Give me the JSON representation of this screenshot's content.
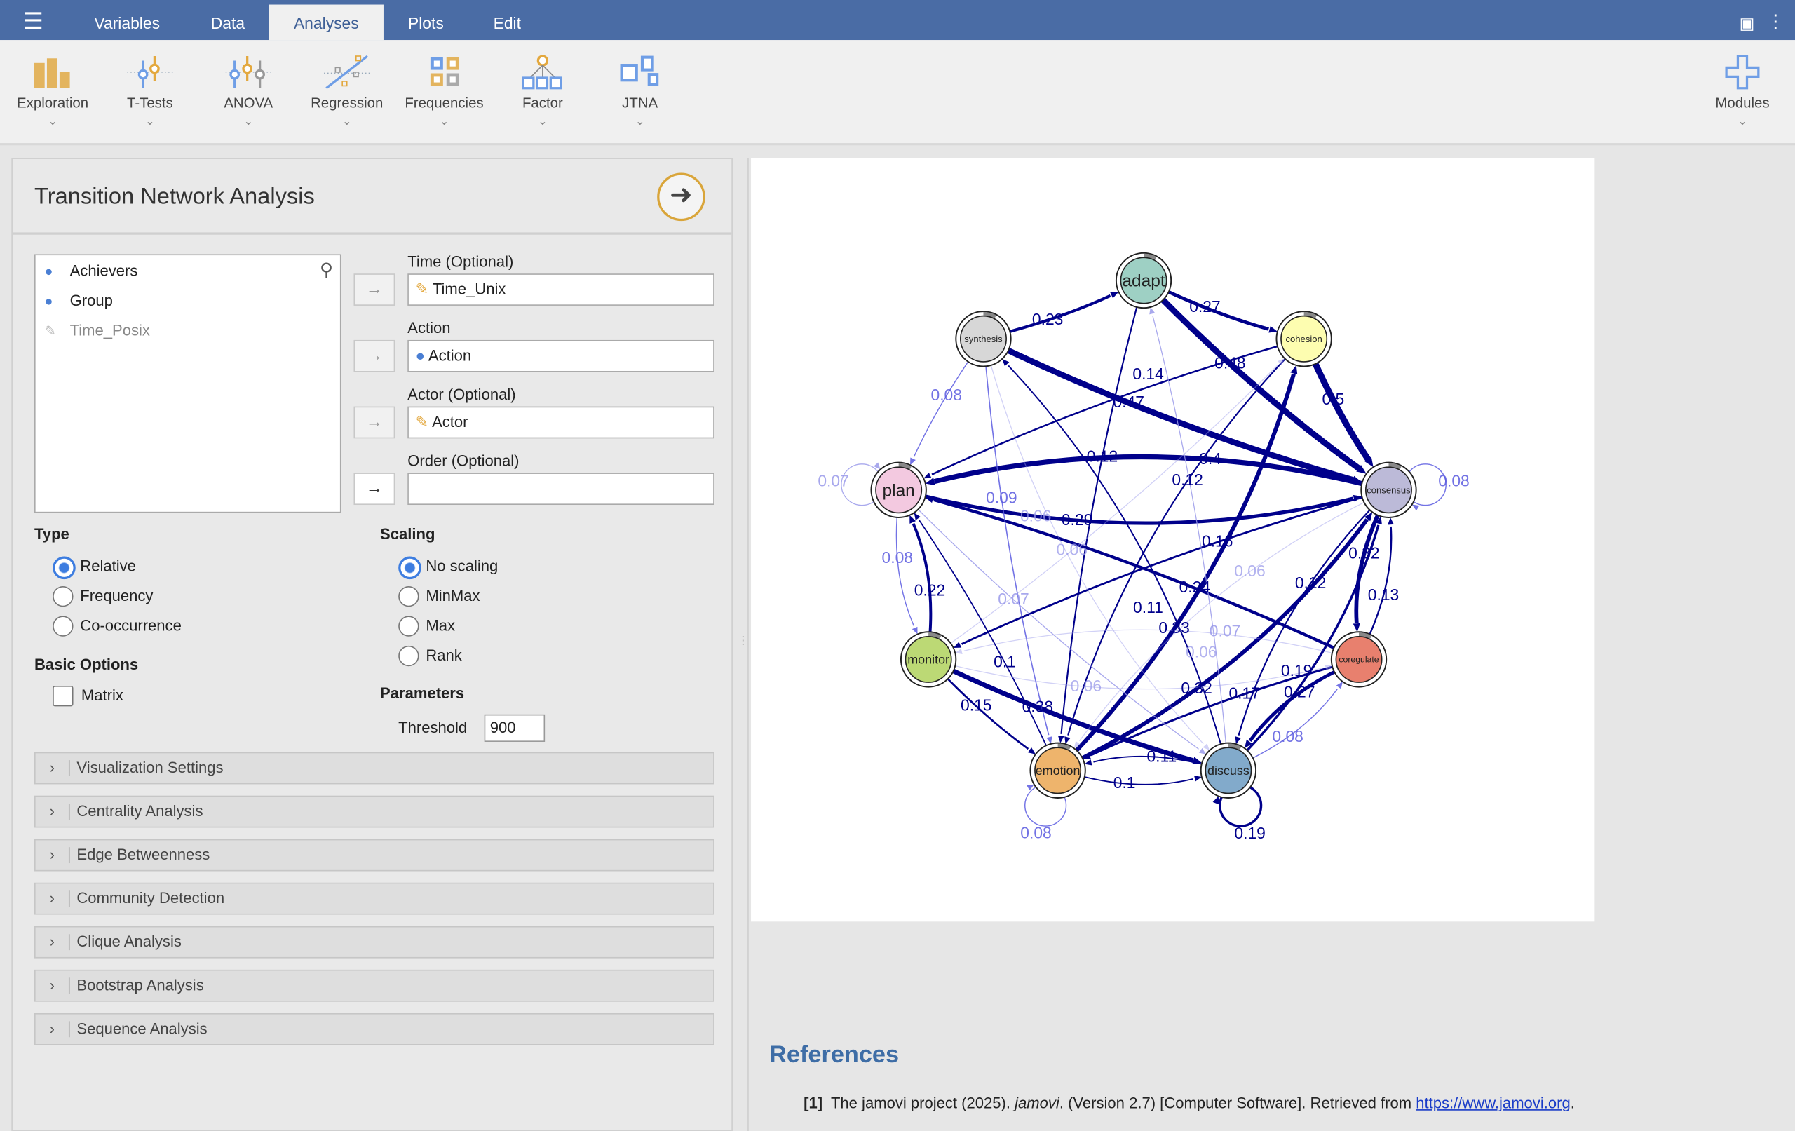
{
  "topbar": {
    "menu_icon": "hamburger-icon",
    "tabs": [
      "Variables",
      "Data",
      "Analyses",
      "Plots",
      "Edit"
    ],
    "active_tab": "Analyses"
  },
  "ribbon": {
    "items": [
      "Exploration",
      "T-Tests",
      "ANOVA",
      "Regression",
      "Frequencies",
      "Factor",
      "JTNA"
    ],
    "modules": "Modules"
  },
  "panel": {
    "title": "Transition Network Analysis",
    "variables": [
      {
        "name": "Achievers",
        "type": "nominal"
      },
      {
        "name": "Group",
        "type": "nominal"
      },
      {
        "name": "Time_Posix",
        "type": "disabled"
      }
    ],
    "targets": [
      {
        "label": "Time (Optional)",
        "value": "Time_Unix",
        "icon": "continuous-ruler-icon"
      },
      {
        "label": "Action",
        "value": "Action",
        "icon": "nominal-icon"
      },
      {
        "label": "Actor (Optional)",
        "value": "Actor",
        "icon": "continuous-ruler-icon"
      },
      {
        "label": "Order (Optional)",
        "value": "",
        "icon": ""
      }
    ],
    "type": {
      "label": "Type",
      "options": [
        "Relative",
        "Frequency",
        "Co-occurrence"
      ],
      "selected": "Relative"
    },
    "scaling": {
      "label": "Scaling",
      "options": [
        "No scaling",
        "MinMax",
        "Max",
        "Rank"
      ],
      "selected": "No scaling"
    },
    "basic": {
      "label": "Basic Options",
      "matrix_label": "Matrix",
      "matrix_checked": false
    },
    "parameters": {
      "label": "Parameters",
      "threshold_label": "Threshold",
      "threshold_value": "900"
    },
    "sections": [
      "Visualization Settings",
      "Centrality Analysis",
      "Edge Betweenness",
      "Community Detection",
      "Clique Analysis",
      "Bootstrap Analysis",
      "Sequence Analysis"
    ]
  },
  "network": {
    "nodes": [
      {
        "id": "adapt",
        "color": "#9ed0c4"
      },
      {
        "id": "cohesion",
        "color": "#fdfdb0"
      },
      {
        "id": "consensus",
        "color": "#bcbad8"
      },
      {
        "id": "coregulate",
        "color": "#e8806e"
      },
      {
        "id": "discuss",
        "color": "#82aacb"
      },
      {
        "id": "emotion",
        "color": "#eeb46c"
      },
      {
        "id": "monitor",
        "color": "#bcd975"
      },
      {
        "id": "plan",
        "color": "#f3c9e0"
      },
      {
        "id": "synthesis",
        "color": "#d7d7d7"
      }
    ],
    "edges": [
      {
        "from": "synthesis",
        "to": "adapt",
        "w": 0.23
      },
      {
        "from": "adapt",
        "to": "cohesion",
        "w": 0.27
      },
      {
        "from": "adapt",
        "to": "consensus",
        "w": 0.48
      },
      {
        "from": "synthesis",
        "to": "consensus",
        "w": 0.47
      },
      {
        "from": "cohesion",
        "to": "consensus",
        "w": 0.5
      },
      {
        "from": "consensus",
        "to": "plan",
        "w": 0.4
      },
      {
        "from": "plan",
        "to": "plan",
        "w": 0.07
      },
      {
        "from": "consensus",
        "to": "consensus",
        "w": 0.08
      },
      {
        "from": "synthesis",
        "to": "plan",
        "w": 0.08
      },
      {
        "from": "plan",
        "to": "consensus",
        "w": 0.29
      },
      {
        "from": "coregulate",
        "to": "plan",
        "w": 0.24
      },
      {
        "from": "monitor",
        "to": "plan",
        "w": 0.22
      },
      {
        "from": "plan",
        "to": "monitor",
        "w": 0.08
      },
      {
        "from": "emotion",
        "to": "plan",
        "w": 0.1
      },
      {
        "from": "emotion",
        "to": "cohesion",
        "w": 0.33
      },
      {
        "from": "discuss",
        "to": "synthesis",
        "w": 0.11
      },
      {
        "from": "cohesion",
        "to": "plan",
        "w": 0.14
      },
      {
        "from": "consensus",
        "to": "monitor",
        "w": 0.16
      },
      {
        "from": "adapt",
        "to": "emotion",
        "w": 0.12
      },
      {
        "from": "cohesion",
        "to": "emotion",
        "w": 0.12
      },
      {
        "from": "consensus",
        "to": "discuss",
        "w": 0.12
      },
      {
        "from": "coregulate",
        "to": "consensus",
        "w": 0.13
      },
      {
        "from": "consensus",
        "to": "coregulate",
        "w": 0.32
      },
      {
        "from": "emotion",
        "to": "consensus",
        "w": 0.32
      },
      {
        "from": "discuss",
        "to": "consensus",
        "w": 0.19
      },
      {
        "from": "coregulate",
        "to": "emotion",
        "w": 0.17
      },
      {
        "from": "coregulate",
        "to": "discuss",
        "w": 0.27
      },
      {
        "from": "discuss",
        "to": "coregulate",
        "w": 0.08
      },
      {
        "from": "monitor",
        "to": "discuss",
        "w": 0.38
      },
      {
        "from": "monitor",
        "to": "emotion",
        "w": 0.15
      },
      {
        "from": "synthesis",
        "to": "emotion",
        "w": 0.09
      },
      {
        "from": "discuss",
        "to": "emotion",
        "w": 0.11
      },
      {
        "from": "emotion",
        "to": "discuss",
        "w": 0.1
      },
      {
        "from": "discuss",
        "to": "discuss",
        "w": 0.19
      },
      {
        "from": "emotion",
        "to": "emotion",
        "w": 0.08
      },
      {
        "from": "discuss",
        "to": "adapt",
        "w": 0.07
      },
      {
        "from": "coregulate",
        "to": "monitor",
        "w": 0.06
      },
      {
        "from": "plan",
        "to": "discuss",
        "w": 0.07
      },
      {
        "from": "synthesis",
        "to": "discuss",
        "w": 0.06
      },
      {
        "from": "monitor",
        "to": "coregulate",
        "w": 0.06
      },
      {
        "from": "consensus",
        "to": "emotion",
        "w": 0.06
      },
      {
        "from": "monitor",
        "to": "cohesion",
        "w": 0.06
      }
    ]
  },
  "references": {
    "heading": "References",
    "num": "[1]",
    "text_a": "The jamovi project (2025). ",
    "title": "jamovi",
    "text_b": ". (Version 2.7) [Computer Software]. Retrieved from ",
    "link": "https://www.jamovi.org",
    "end": "."
  }
}
